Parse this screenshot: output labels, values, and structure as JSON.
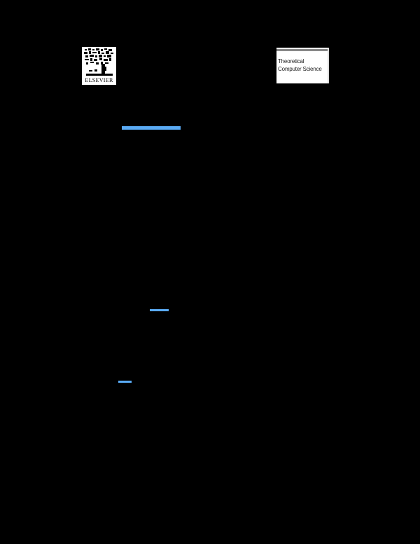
{
  "header": {
    "publisher": {
      "name": "ELSEVIER",
      "icon": "elsevier-tree-icon"
    },
    "journal": {
      "title_line1": "Theoretical",
      "title_line2": "Computer Science"
    }
  },
  "colors": {
    "background": "#000000",
    "link_accent": "#5aabf5",
    "cover_bar": "#888888"
  },
  "links": [
    {
      "label": ""
    },
    {
      "label": ""
    },
    {
      "label": ""
    }
  ]
}
